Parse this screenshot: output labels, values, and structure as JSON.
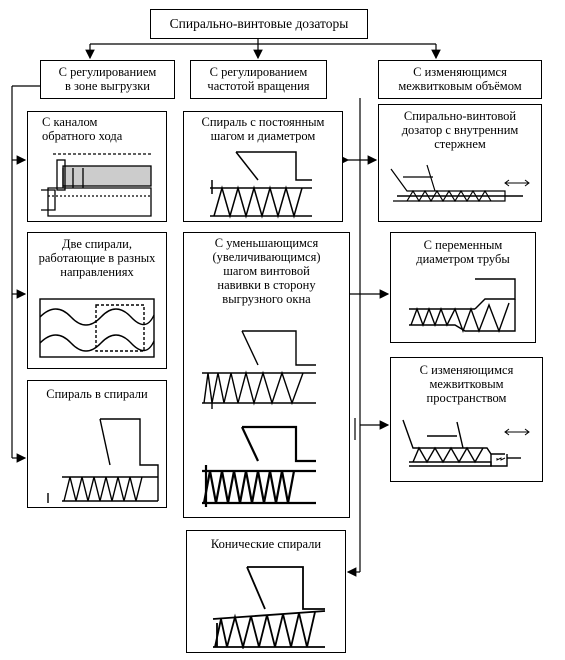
{
  "root": {
    "title": "Спирально-винтовые дозаторы"
  },
  "categories": {
    "unloading": "С регулированием\nв зоне выгрузки",
    "rotation": "С регулированием\nчастотой вращения",
    "volume": "С изменяющимся\nмежвитковым объёмом"
  },
  "left": {
    "return_channel": "С каналом\nобратного хода",
    "two_spirals": "Две спирали,\nработающие в разных\nнаправлениях",
    "spiral_in_spiral": "Спираль в спирали"
  },
  "middle": {
    "constant": "Спираль с постоянным\nшагом и диаметром",
    "decreasing": "С уменьшающимся\n(увеличивающимся)\nшагом винтовой\nнавивки в сторону\nвыгрузного окна",
    "conical": "Конические спирали"
  },
  "right": {
    "inner_rod": "Спирально-винтовой\nдозатор с внутренним\nстержнем",
    "variable_diameter": "С переменным\nдиаметром трубы",
    "variable_space": "С изменяющимся\nмежвитковым\nпространством"
  },
  "icons": [
    "hopper-spiral-sketch",
    "double-arrow",
    "sine-waves"
  ]
}
